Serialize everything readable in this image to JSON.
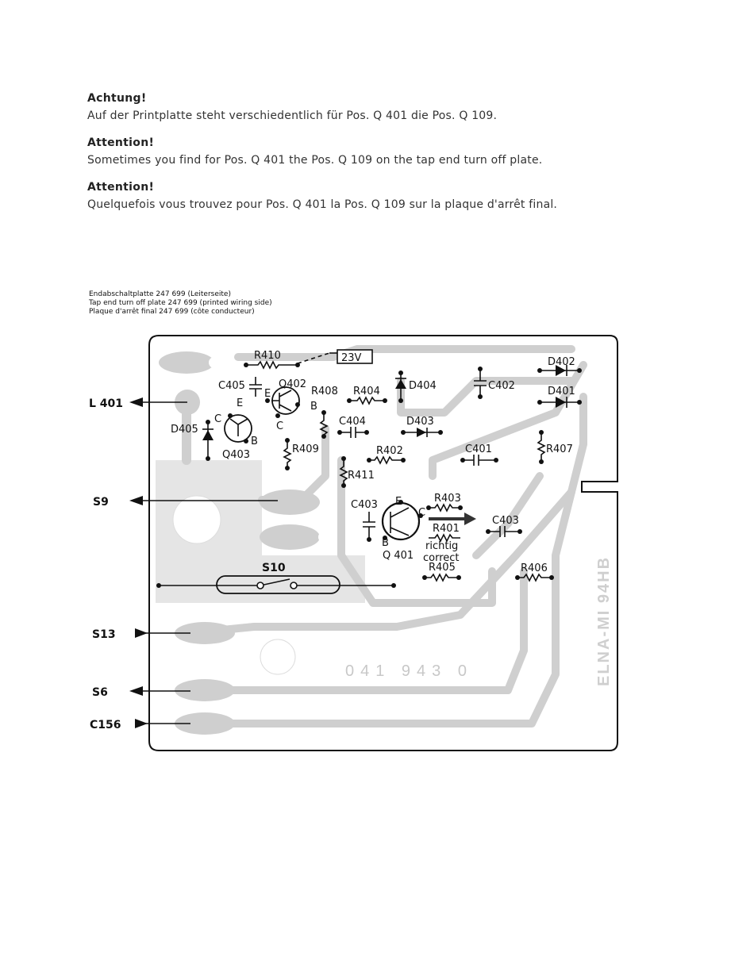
{
  "notes": [
    {
      "title": "Achtung!",
      "text": "Auf der Printplatte steht verschiedentlich für Pos. Q 401 die Pos. Q 109."
    },
    {
      "title": "Attention!",
      "text": "Sometimes you find for Pos. Q 401 the Pos. Q 109 on the tap end turn off plate."
    },
    {
      "title": "Attention!",
      "text": "Quelquefois vous trouvez pour Pos. Q 401 la Pos. Q 109 sur la plaque d'arrêt final."
    }
  ],
  "caption": [
    "Endabschaltplatte 247 699 (Leiterseite)",
    "Tap end turn off plate 247 699 (printed wiring side)",
    "Plaque d'arrêt final 247 699 (côte conducteur)"
  ],
  "connectors": {
    "l401": "L 401",
    "s9": "S9",
    "s13": "S13",
    "s6": "S6",
    "c156": "C156"
  },
  "components": {
    "r410": "R410",
    "v23": "23V",
    "d402": "D402",
    "c405": "C405",
    "q402": "Q402",
    "r408": "R408",
    "r404": "R404",
    "d404": "D404",
    "c402": "C402",
    "d401": "D401",
    "e1": "E",
    "c1": "C",
    "b1": "B",
    "e2": "E",
    "c2": "C",
    "b2": "B",
    "d405": "D405",
    "q403": "Q403",
    "r409": "R409",
    "c404": "C404",
    "d403": "D403",
    "r402": "R402",
    "c401": "C401",
    "r407": "R407",
    "r411": "R411",
    "c403a": "C403",
    "r403": "R403",
    "e3": "E",
    "c3": "C",
    "b3": "B",
    "r401": "R401",
    "c403b": "C403",
    "q401": "Q 401",
    "richtig": "richtig",
    "correct": "correct",
    "r405": "R405",
    "r406": "R406",
    "s10": "S10"
  },
  "board_marks": {
    "part_no": "041 943 0",
    "vendor": "ELNA-MI 94HB"
  }
}
